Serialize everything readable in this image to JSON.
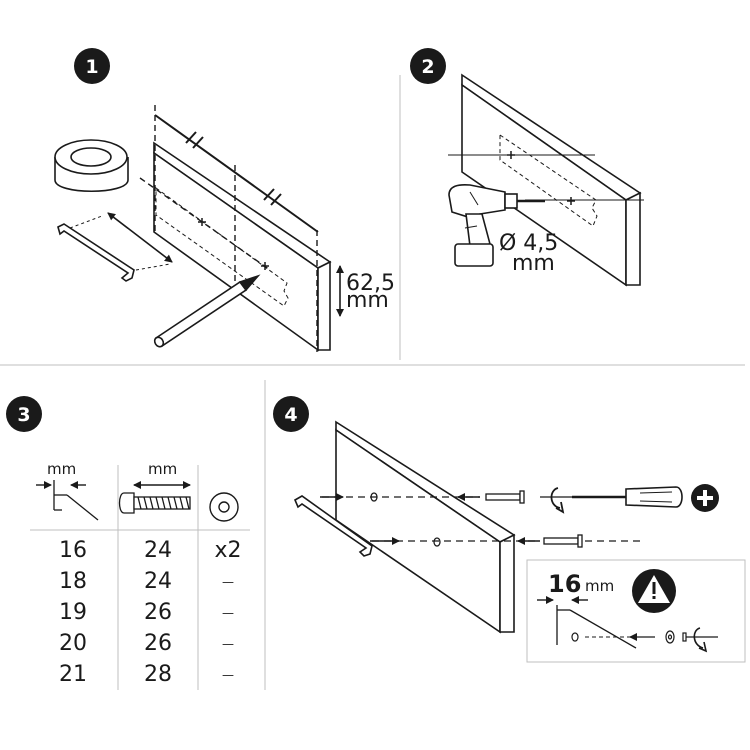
{
  "steps": [
    {
      "number": "1",
      "dimension_value": "62,5",
      "dimension_unit": "mm"
    },
    {
      "number": "2",
      "drill_diameter": "Ø 4,5",
      "drill_unit": "mm"
    },
    {
      "number": "3",
      "column_headers": {
        "thickness": "mm",
        "screw": "mm"
      },
      "rows": [
        {
          "thickness": "16",
          "screw": "24",
          "qty": "x2"
        },
        {
          "thickness": "18",
          "screw": "24",
          "qty": "—"
        },
        {
          "thickness": "19",
          "screw": "26",
          "qty": "—"
        },
        {
          "thickness": "20",
          "screw": "26",
          "qty": "—"
        },
        {
          "thickness": "21",
          "screw": "28",
          "qty": "—"
        }
      ]
    },
    {
      "number": "4",
      "warning_value": "16",
      "warning_unit": "mm"
    }
  ],
  "icons": [
    "step-badge",
    "tape-icon",
    "handle-icon",
    "pencil-icon",
    "drill-icon",
    "screw-icon",
    "washer-icon",
    "screwdriver-icon",
    "plus-icon",
    "warning-icon",
    "rotate-arrow-icon"
  ]
}
